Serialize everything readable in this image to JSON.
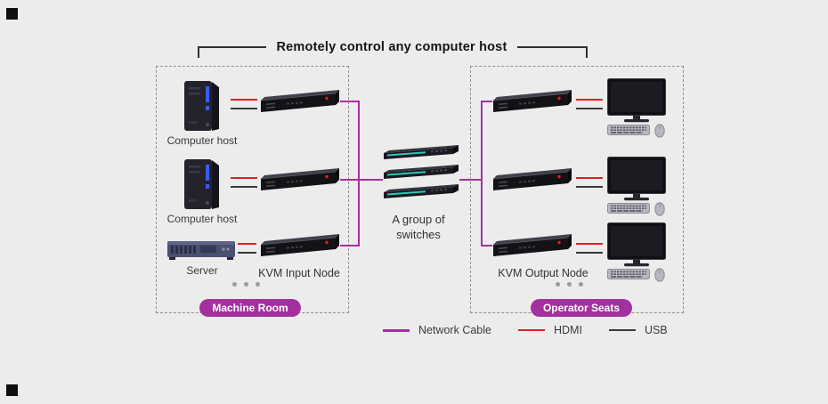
{
  "title": "Remotely control any computer host",
  "machine_room": {
    "badge": "Machine Room",
    "rows": [
      {
        "label": "Computer host"
      },
      {
        "label": "Computer host"
      },
      {
        "label": "Server"
      }
    ],
    "kvm_label": "KVM Input Node"
  },
  "switch_group": {
    "label_line1": "A group of",
    "label_line2": "switches"
  },
  "operator_seats": {
    "badge": "Operator Seats",
    "kvm_label": "KVM Output Node"
  },
  "legend": [
    {
      "label": "Network Cable",
      "color": "#a6309f"
    },
    {
      "label": "HDMI",
      "color": "#e02020"
    },
    {
      "label": "USB",
      "color": "#3a3a3a"
    }
  ],
  "icons": {
    "tower-pc": "dark tower computer with blue accent stripe",
    "server": "1U rack server",
    "kvm-node": "black KVM extender box with red LED",
    "switch": "network switch with teal port lights",
    "monitor": "black desktop monitor",
    "keyboard": "gray keyboard",
    "mouse": "gray mouse"
  },
  "colors": {
    "background": "#ececec",
    "purple": "#a6309f",
    "red": "#e02020",
    "dark_line": "#3a3a3a",
    "dashed_border": "#8f8f8f",
    "badge": "#a3309f"
  }
}
